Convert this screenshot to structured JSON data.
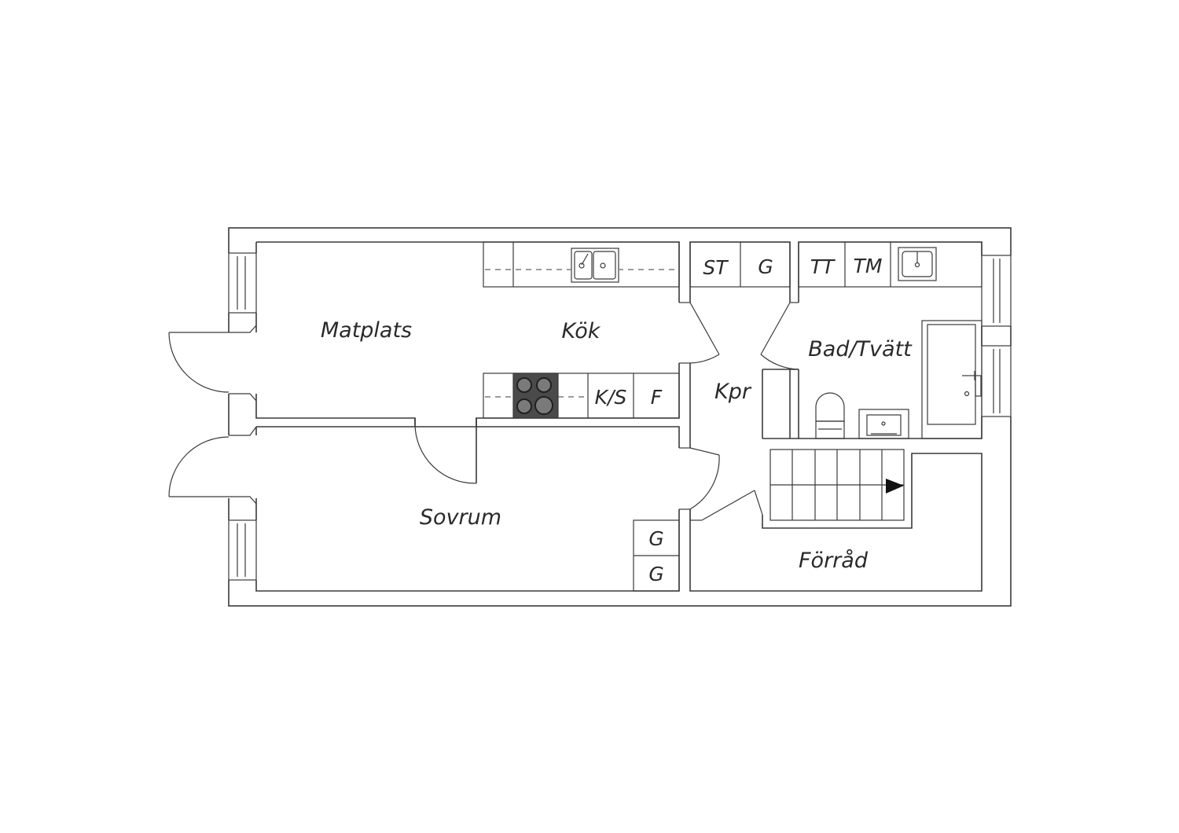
{
  "rooms": {
    "matplats": "Matplats",
    "kok": "Kök",
    "sovrum": "Sovrum",
    "kpr": "Kpr",
    "bad": "Bad/Tvätt",
    "forrad": "Förråd"
  },
  "fixtures": {
    "st": "ST",
    "g_hall": "G",
    "tt": "TT",
    "tm": "TM",
    "ks": "K/S",
    "f": "F",
    "g_upper": "G",
    "g_lower": "G"
  },
  "colors": {
    "line": "#3a3a3a",
    "stove": "#4a4a4a",
    "background": "#ffffff"
  }
}
